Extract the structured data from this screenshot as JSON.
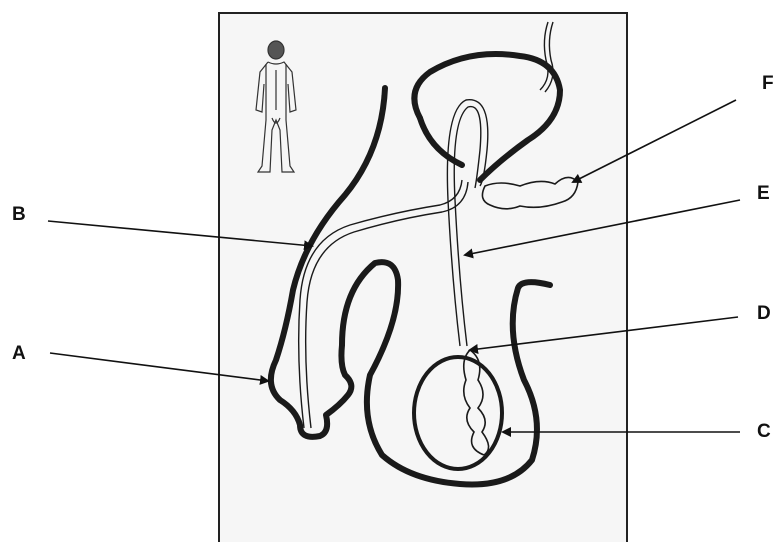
{
  "labels": {
    "A": "A",
    "B": "B",
    "C": "C",
    "D": "D",
    "E": "E",
    "F": "F"
  },
  "colors": {
    "ink": "#1a1a1a",
    "paper": "#f6f6f6",
    "background": "#ffffff"
  }
}
